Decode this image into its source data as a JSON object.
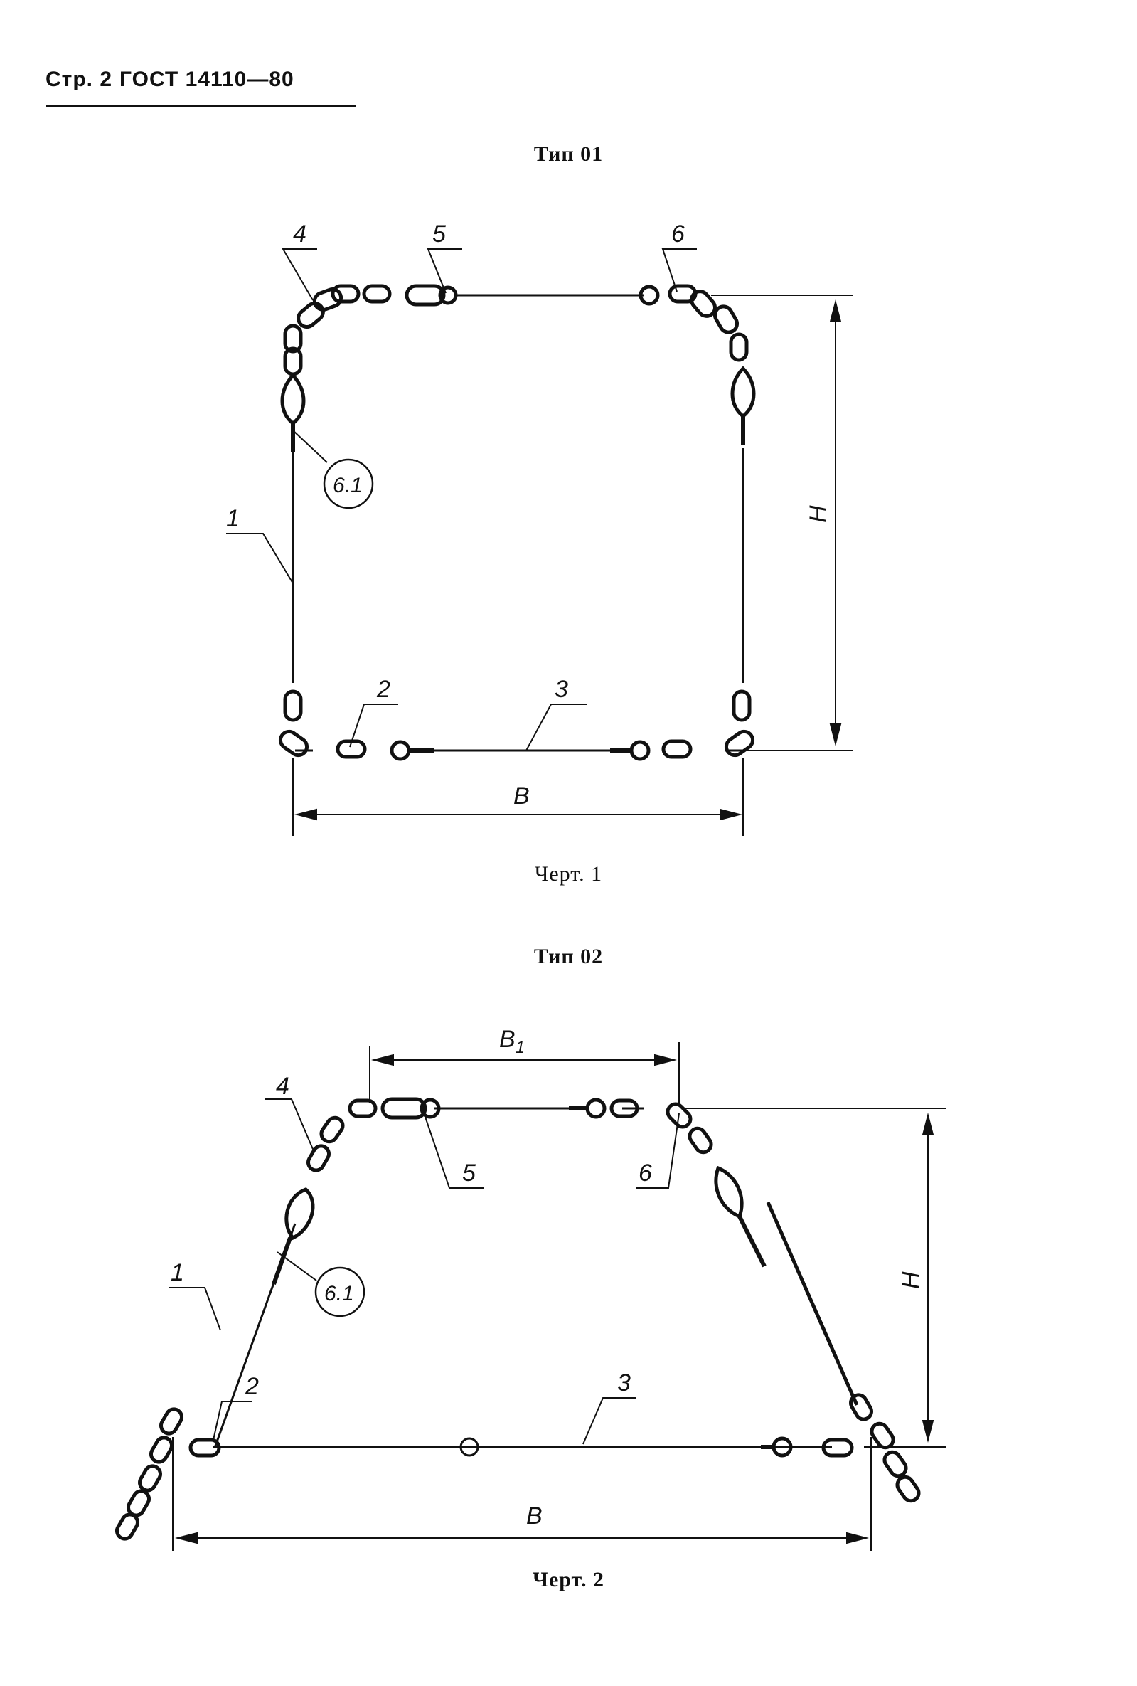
{
  "header": {
    "page": "Стр. 2",
    "standard": "ГОСТ 14110—80"
  },
  "figure1": {
    "type_label": "Тип 01",
    "caption": "Черт. 1",
    "labels": {
      "p1": "1",
      "p2": "2",
      "p3": "3",
      "p4": "4",
      "p5": "5",
      "p6": "6",
      "detail": "6.1",
      "dim_h": "H",
      "dim_b": "B"
    }
  },
  "figure2": {
    "type_label": "Тип 02",
    "caption": "Черт. 2",
    "labels": {
      "p1": "1",
      "p2": "2",
      "p3": "3",
      "p4": "4",
      "p5": "5",
      "p6": "6",
      "detail": "6.1",
      "dim_h": "H",
      "dim_b": "B",
      "dim_b1": "B",
      "dim_b1_sub": "1"
    }
  }
}
